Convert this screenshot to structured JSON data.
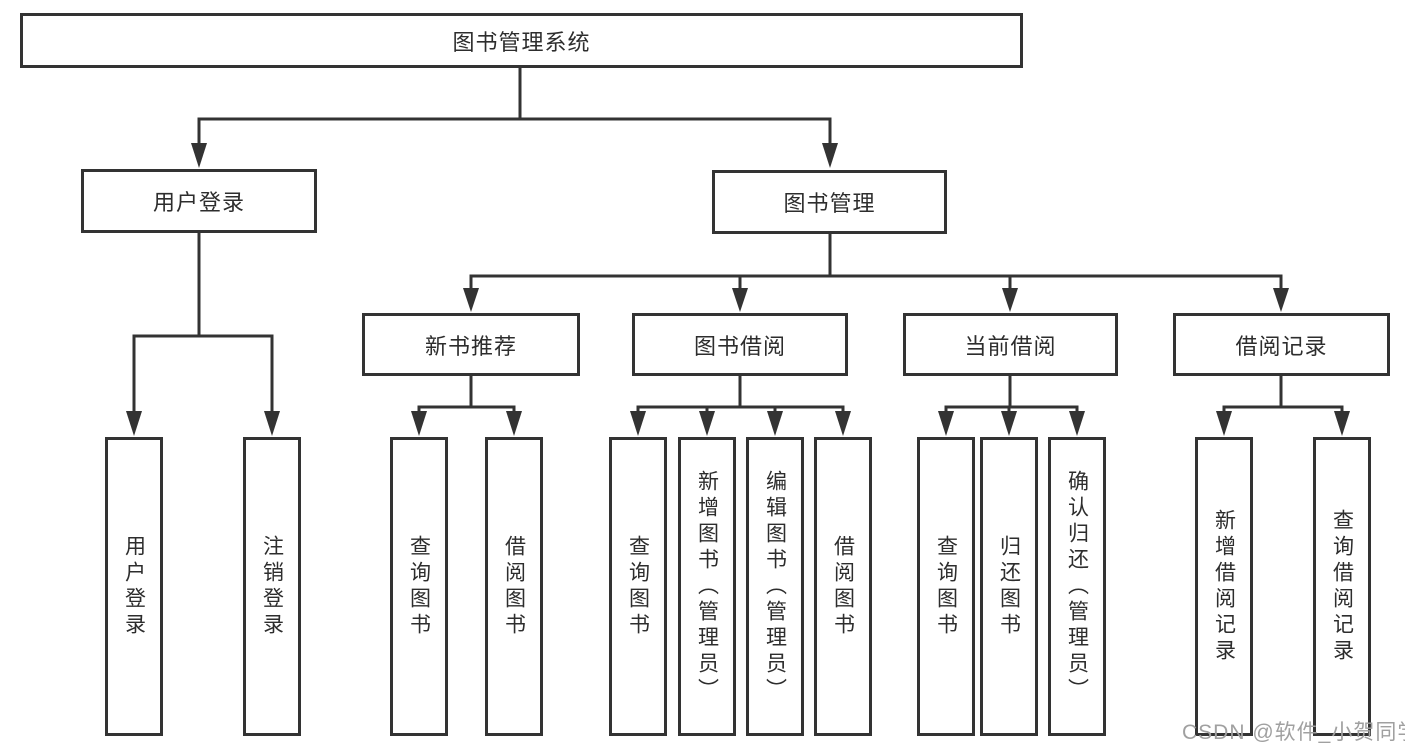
{
  "root": {
    "label": "图书管理系统"
  },
  "branches": [
    {
      "label": "用户登录",
      "leaves": [
        {
          "label": "用户登录"
        },
        {
          "label": "注销登录"
        }
      ]
    },
    {
      "label": "图书管理",
      "groups": [
        {
          "label": "新书推荐",
          "leaves": [
            {
              "label": "查询图书"
            },
            {
              "label": "借阅图书"
            }
          ]
        },
        {
          "label": "图书借阅",
          "leaves": [
            {
              "label": "查询图书"
            },
            {
              "label": "新增图书（管理员）"
            },
            {
              "label": "编辑图书（管理员）"
            },
            {
              "label": "借阅图书"
            }
          ]
        },
        {
          "label": "当前借阅",
          "leaves": [
            {
              "label": "查询图书"
            },
            {
              "label": "归还图书"
            },
            {
              "label": "确认归还（管理员）"
            }
          ]
        },
        {
          "label": "借阅记录",
          "leaves": [
            {
              "label": "新增借阅记录"
            },
            {
              "label": "查询借阅记录"
            }
          ]
        }
      ]
    }
  ],
  "watermark": "CSDN @软件_小贺同学",
  "colors": {
    "line": "#333333",
    "text": "#2d2d2d",
    "background": "#ffffff",
    "watermark": "#a0a0a0"
  }
}
